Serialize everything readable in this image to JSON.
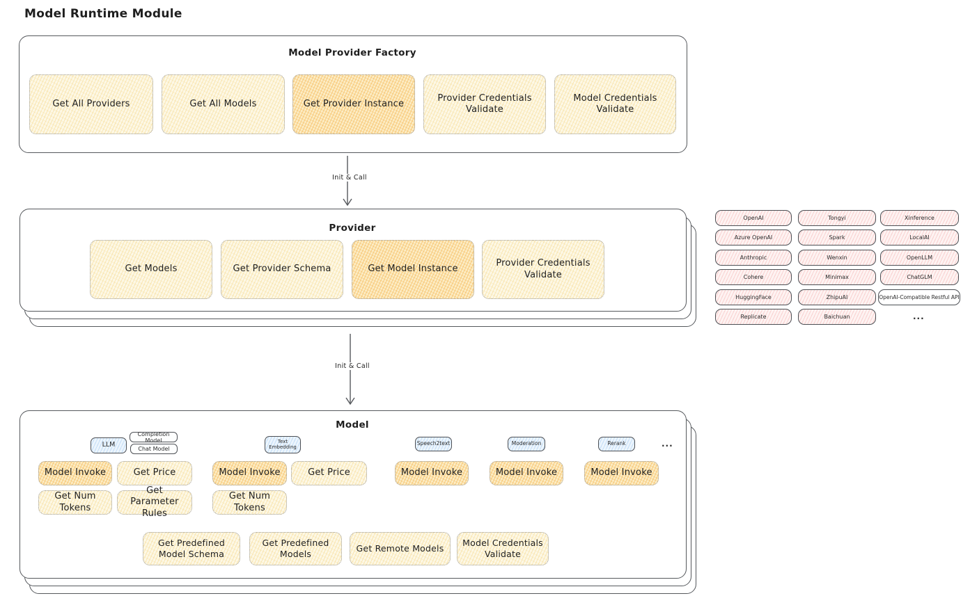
{
  "diagram_title": "Model Runtime Module",
  "palette": {
    "action_yellow": "#fdf8e6",
    "action_orange_highlight": "#fcedc6",
    "provider_pink": "#fef3f2",
    "tab_blue": "#ecf5fd",
    "stroke_dark": "#55585c"
  },
  "flow": {
    "arrow1_label": "Init & Call",
    "arrow2_label": "Init & Call"
  },
  "factory": {
    "title": "Model Provider Factory",
    "buttons": [
      "Get All Providers",
      "Get All Models",
      "Get Provider Instance",
      "Provider Credentials Validate",
      "Model Credentials Validate"
    ]
  },
  "provider": {
    "title": "Provider",
    "buttons": [
      "Get Models",
      "Get Provider Schema",
      "Get Model Instance",
      "Provider Credentials Validate"
    ]
  },
  "providers_panel": {
    "columns": [
      [
        "OpenAI",
        "Azure OpenAI",
        "Anthropic",
        "Cohere",
        "HuggingFace",
        "Replicate"
      ],
      [
        "Tongyi",
        "Spark",
        "Wenxin",
        "Minimax",
        "ZhipuAI",
        "Baichuan"
      ],
      [
        "Xinference",
        "LocalAI",
        "OpenLLM",
        "ChatGLM",
        "OpenAI-Compatible Restful API"
      ]
    ],
    "more": "..."
  },
  "model": {
    "title": "Model",
    "tabs": {
      "llm": "LLM",
      "completion_model": "Completion Model",
      "chat_model": "Chat Model",
      "text_embedding": "Text Embedding",
      "speech2text": "Speech2text",
      "moderation": "Moderation",
      "rerank": "Rerank",
      "more": "..."
    },
    "llm_buttons": [
      "Model Invoke",
      "Get Price",
      "Get Num Tokens",
      "Get Parameter Rules"
    ],
    "text_embedding_buttons": [
      "Model Invoke",
      "Get Price",
      "Get Num Tokens"
    ],
    "speech2text_buttons": [
      "Model Invoke"
    ],
    "moderation_buttons": [
      "Model Invoke"
    ],
    "rerank_buttons": [
      "Model Invoke"
    ],
    "common_buttons": [
      "Get Predefined Model Schema",
      "Get Predefined Models",
      "Get Remote Models",
      "Model Credentials Validate"
    ]
  }
}
